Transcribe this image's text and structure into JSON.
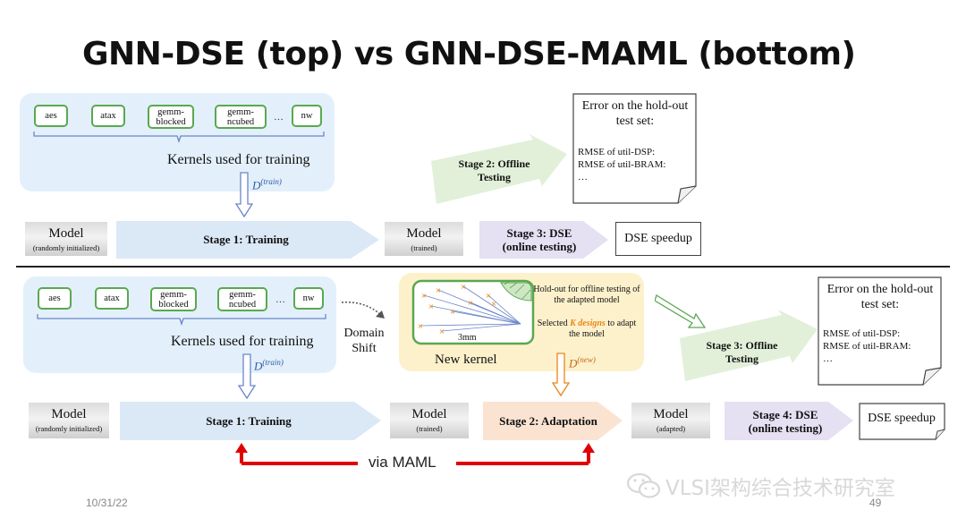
{
  "title": "GNN-DSE (top) vs GNN-DSE-MAML (bottom)",
  "top": {
    "kernels": [
      "aes",
      "atax",
      "gemm-blocked",
      "gemm-ncubed",
      "nw"
    ],
    "ellipsis": "…",
    "kernels_label": "Kernels used for training",
    "data_label": "D",
    "data_sup": "(train)",
    "model_init": {
      "title": "Model",
      "sub": "(randomly initialized)"
    },
    "stage1": "Stage 1: Training",
    "model_trained": {
      "title": "Model",
      "sub": "(trained)"
    },
    "stage2": "Stage 2: Offline Testing",
    "stage3": "Stage 3: DSE (online testing)",
    "error_title": "Error on the hold-out test set:",
    "error_lines": [
      "RMSE of util-DSP:",
      "RMSE of util-BRAM:",
      "…"
    ],
    "speedup": "DSE speedup"
  },
  "bottom": {
    "kernels": [
      "aes",
      "atax",
      "gemm-blocked",
      "gemm-ncubed",
      "nw"
    ],
    "ellipsis": "…",
    "kernels_label": "Kernels used for training",
    "data_label": "D",
    "data_sup": "(train)",
    "domain_shift": "Domain Shift",
    "new_kernel": {
      "label": "New kernel",
      "dim": "3mm",
      "holdout": "Hold-out for offline testing of the adapted model",
      "kdesigns_pre": "Selected",
      "kdesigns_k": "K designs",
      "kdesigns_post": "to adapt the model",
      "data_label": "D",
      "data_sup": "(new)"
    },
    "model_init": {
      "title": "Model",
      "sub": "(randomly initialized)"
    },
    "stage1": "Stage 1: Training",
    "model_trained": {
      "title": "Model",
      "sub": "(trained)"
    },
    "stage2": "Stage 2: Adaptation",
    "model_adapted": {
      "title": "Model",
      "sub": "(adapted)"
    },
    "stage3": "Stage 3: Offline Testing",
    "stage4": "Stage 4: DSE (online testing)",
    "error_title": "Error on the hold-out test set:",
    "error_lines": [
      "RMSE of util-DSP:",
      "RMSE of util-BRAM:",
      "…"
    ],
    "speedup": "DSE speedup",
    "via": "via MAML"
  },
  "footer": {
    "date": "10/31/22",
    "page": "49"
  },
  "watermark": "VLSI架构综合技术研究室",
  "colors": {
    "panel_blue": "#e3f0fb",
    "panel_yellow": "#fdf1cc",
    "kernel_border": "#5aa850",
    "stage_blue": "#dbe8f6",
    "stage_green": "#e2f0d9",
    "stage_purple": "#e6e0f3",
    "stage_orange": "#fbe3d2",
    "maml_red": "#e00000",
    "k_orange": "#e8861a"
  }
}
